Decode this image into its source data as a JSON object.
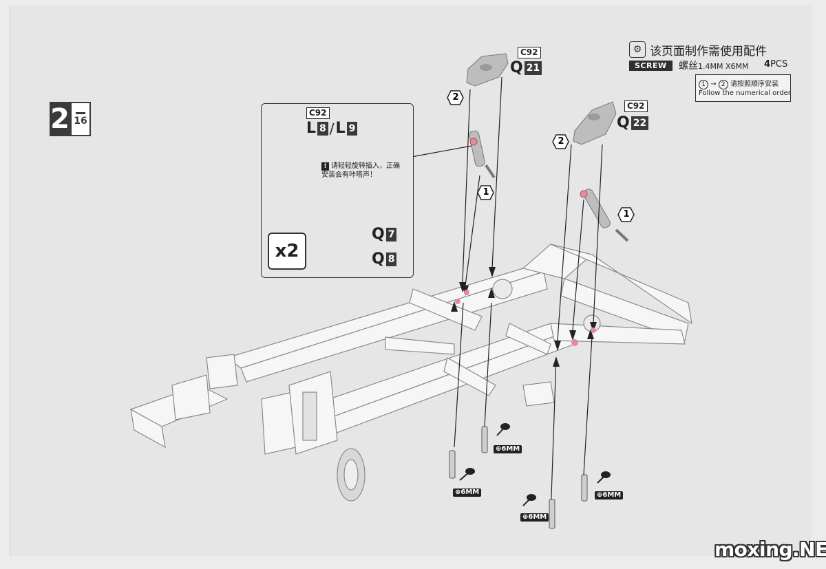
{
  "step": {
    "main": "2",
    "sub": "16"
  },
  "parts_header": {
    "title": "该页面制作需使用配件",
    "screw_tag": "SCREW",
    "screw_name": "螺丝",
    "screw_size": "1.4MM X6MM",
    "qty_number": "4",
    "qty_unit": "PCS"
  },
  "order_note": {
    "from": "1",
    "to": "2",
    "text_cn": "请按照顺序安装",
    "text_en": "Follow the numerical order"
  },
  "inset": {
    "sprue": "C92",
    "part_l": "L",
    "num_l8": "8",
    "num_l9": "9",
    "warning": "请轻轻旋转插入，正确安装会有咔嗒声！",
    "multiplier": "x2",
    "q7_letter": "Q",
    "q7_num": "7",
    "q8_letter": "Q",
    "q8_num": "8"
  },
  "callouts": {
    "left_sprue": "C92",
    "left_part_letter": "Q",
    "left_part_num": "21",
    "right_sprue": "C92",
    "right_part_letter": "Q",
    "right_part_num": "22",
    "step1": "1",
    "step2": "2"
  },
  "screw_labels": [
    "6MM",
    "6MM",
    "6MM",
    "6MM"
  ],
  "watermark": "moxing.NET",
  "colors": {
    "accent_pink": "#e58aa3",
    "dark": "#3a3a3a",
    "part_grey": "#bdbdbd",
    "frame_white": "#f7f7f7"
  }
}
